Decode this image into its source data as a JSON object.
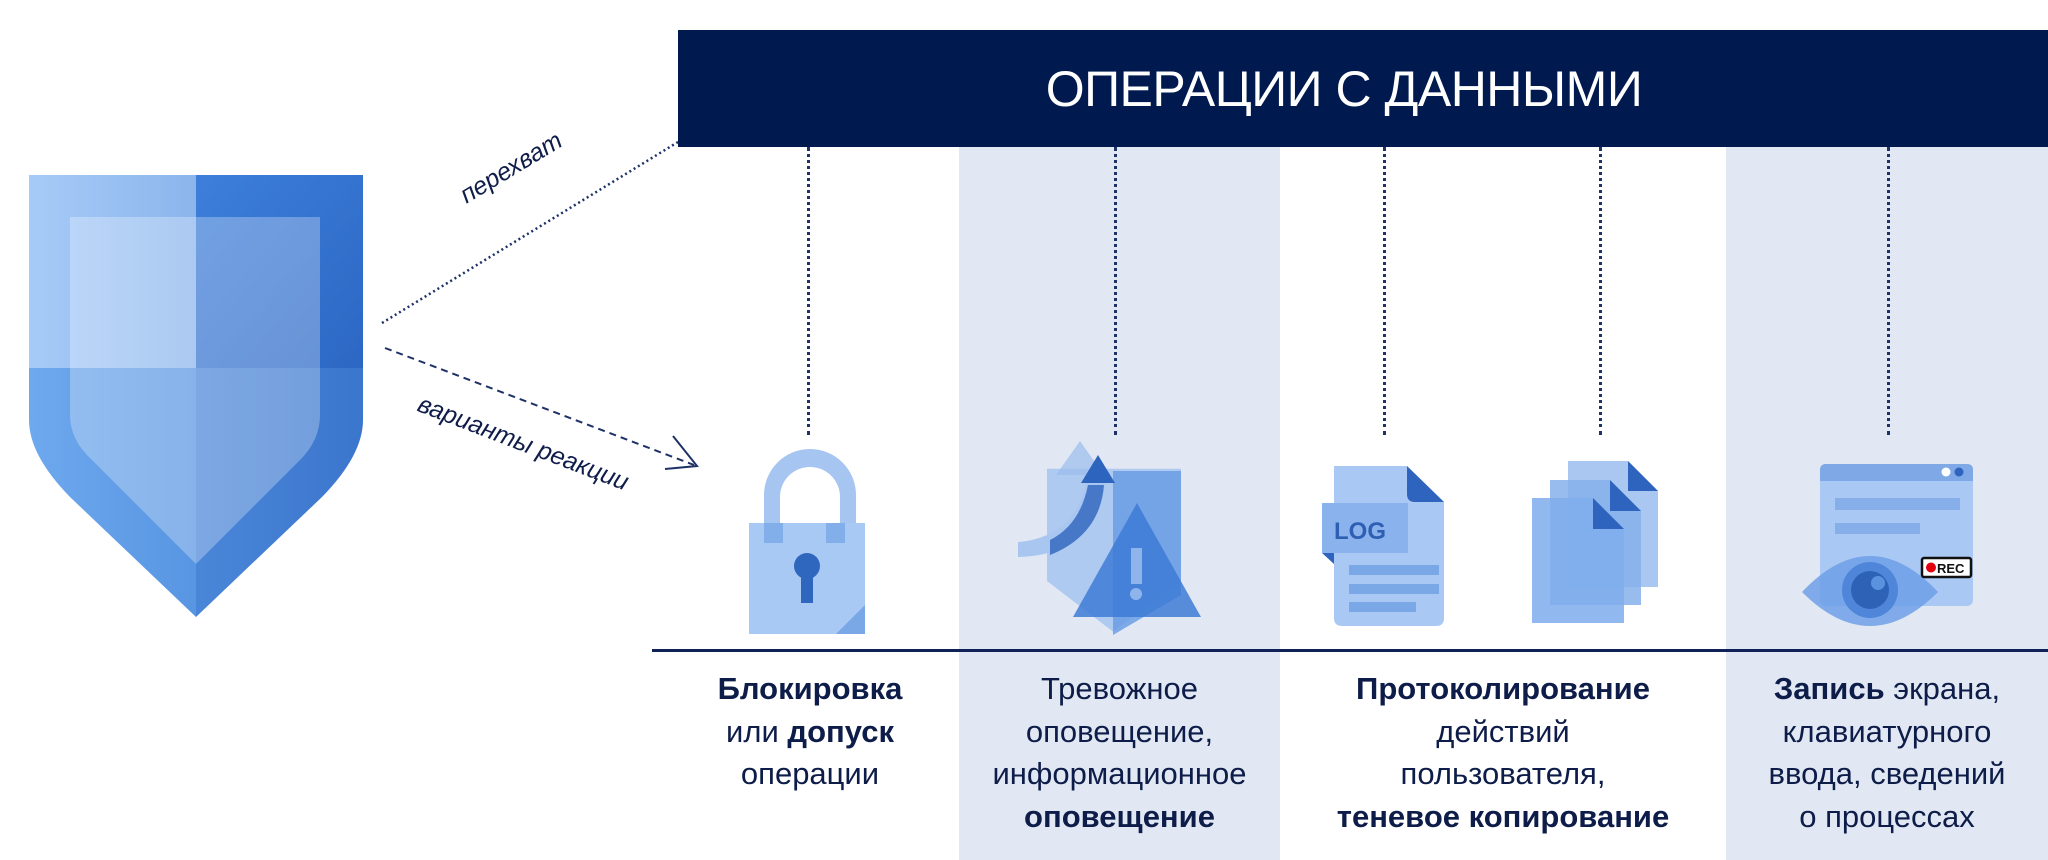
{
  "header": {
    "title": "ОПЕРАЦИИ С ДАННЫМИ"
  },
  "arrows": {
    "intercept_label": "перехват",
    "response_label": "варианты реакции"
  },
  "columns": [
    {
      "icon": "lock-icon",
      "lines": [
        [
          {
            "text": "Блокировка",
            "bold": true
          }
        ],
        [
          {
            "text": "или ",
            "bold": false
          },
          {
            "text": "допуск",
            "bold": true
          }
        ],
        [
          {
            "text": "операции",
            "bold": false
          }
        ]
      ]
    },
    {
      "icon": "alert-icon",
      "lines": [
        [
          {
            "text": "Тревожное",
            "bold": false
          }
        ],
        [
          {
            "text": "оповещение,",
            "bold": false
          }
        ],
        [
          {
            "text": "информационное",
            "bold": false
          }
        ],
        [
          {
            "text": "оповещение",
            "bold": true
          }
        ]
      ]
    },
    {
      "icon": "log-file-icon",
      "icon2": "shadow-copy-icon",
      "log_badge": "LOG",
      "lines": [
        [
          {
            "text": "Протоколирование",
            "bold": true
          }
        ],
        [
          {
            "text": "действий",
            "bold": false
          }
        ],
        [
          {
            "text": "пользователя,",
            "bold": false
          }
        ],
        [
          {
            "text": "теневое копирование",
            "bold": true
          }
        ]
      ]
    },
    {
      "icon": "screen-record-icon",
      "rec_badge": "REC",
      "lines": [
        [
          {
            "text": "Запись",
            "bold": true
          },
          {
            "text": " экрана,",
            "bold": false
          }
        ],
        [
          {
            "text": "клавиатурного",
            "bold": false
          }
        ],
        [
          {
            "text": "ввода, сведений",
            "bold": false
          }
        ],
        [
          {
            "text": "о процессах",
            "bold": false
          }
        ]
      ]
    }
  ],
  "colors": {
    "navy": "#00194e",
    "panel": "#e1e8f3",
    "blue_light": "#a9c8f2",
    "blue_mid": "#5a93e0",
    "blue_dark": "#2b62bd",
    "rec_red": "#e3000f"
  }
}
